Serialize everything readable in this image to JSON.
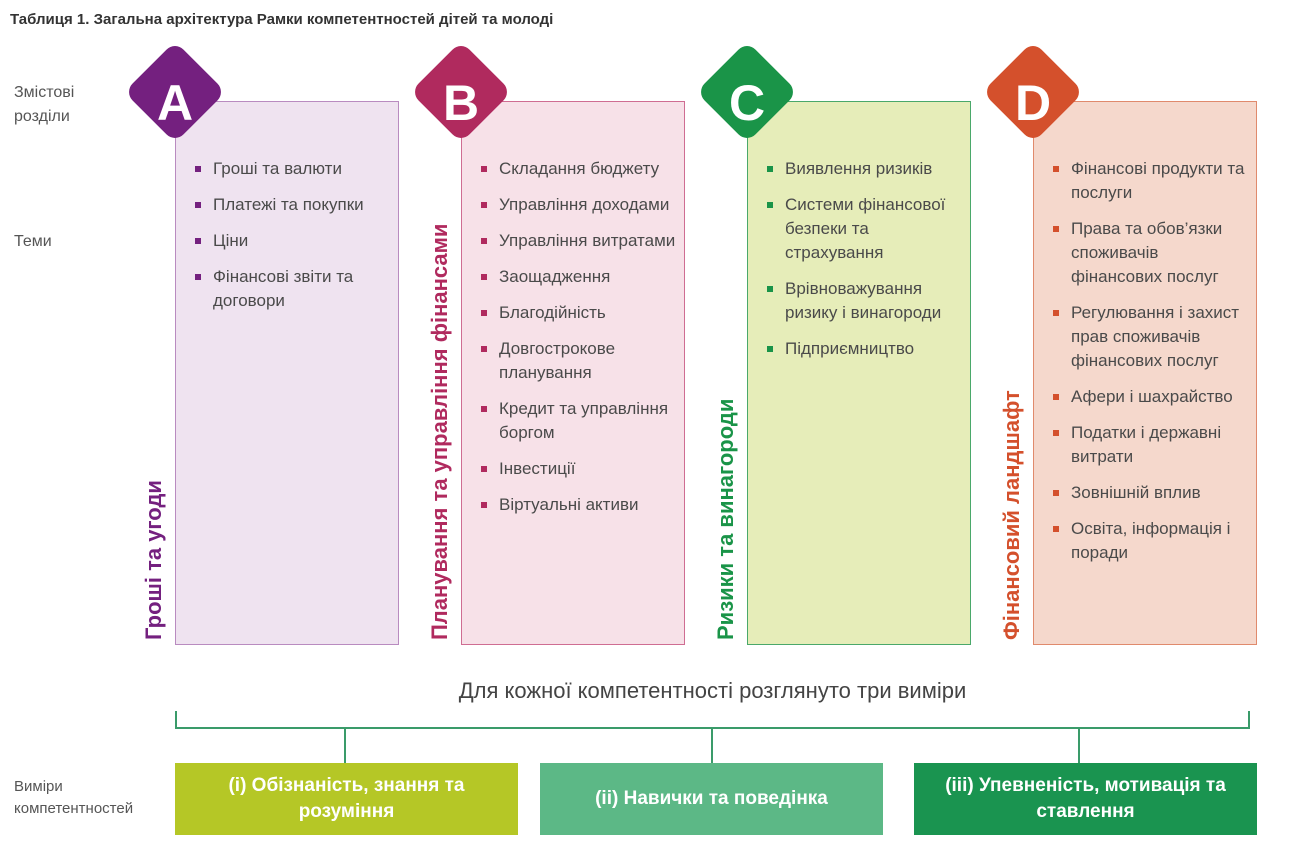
{
  "title": "Таблиця 1. Загальна архітектура Рамки компетентностей дітей та молоді",
  "row_labels": {
    "content": "Змістові розділи",
    "topics": "Теми",
    "dimensions": "Виміри компетентностей"
  },
  "sections": [
    {
      "letter": "A",
      "name": "Гроші та угоди",
      "color": "#74207f",
      "bg": "#efe3f0",
      "border": "#b98bc0",
      "topics": [
        "Гроші та валюти",
        "Платежі та покупки",
        "Ціни",
        "Фінансові звіти та договори"
      ]
    },
    {
      "letter": "B",
      "name": "Планування та управління фінансами",
      "color": "#b02a5e",
      "bg": "#f7e1e8",
      "border": "#cf6d92",
      "topics": [
        "Складання бюджету",
        "Управління доходами",
        "Управління витратами",
        "Заощадження",
        "Благодійність",
        "Довгострокове планування",
        "Кредит та управління боргом",
        "Інвестиції",
        "Віртуальні активи"
      ]
    },
    {
      "letter": "C",
      "name": "Ризики та винагороди",
      "color": "#1a9448",
      "bg": "#e6edb9",
      "border": "#4aa86a",
      "topics": [
        "Виявлення ризиків",
        "Системи фінансової безпеки та страхування",
        "Врівноважування ризику і винагороди",
        "Підприємництво"
      ]
    },
    {
      "letter": "D",
      "name": "Фінансовий ландшафт",
      "color": "#d4502c",
      "bg": "#f5d8cc",
      "border": "#e08a6c",
      "topics": [
        "Фінансові продукти та послуги",
        "Права та обов’язки споживачів фінансових послуг",
        "Регулювання і захист прав споживачів фінансових послуг",
        "Афери і шахрайство",
        "Податки і державні витрати",
        "Зовнішній вплив",
        "Освіта, інформація і поради"
      ]
    }
  ],
  "dimensions_caption": "Для кожної компетентності розглянуто три виміри",
  "dimensions": [
    {
      "label": "(i) Обізнаність, знання та розуміння",
      "color": "#b5c726"
    },
    {
      "label": "(ii) Навички та поведінка",
      "color": "#5cb886"
    },
    {
      "label": "(iii) Упевненість, мотивація та ставлення",
      "color": "#1a9450"
    }
  ]
}
